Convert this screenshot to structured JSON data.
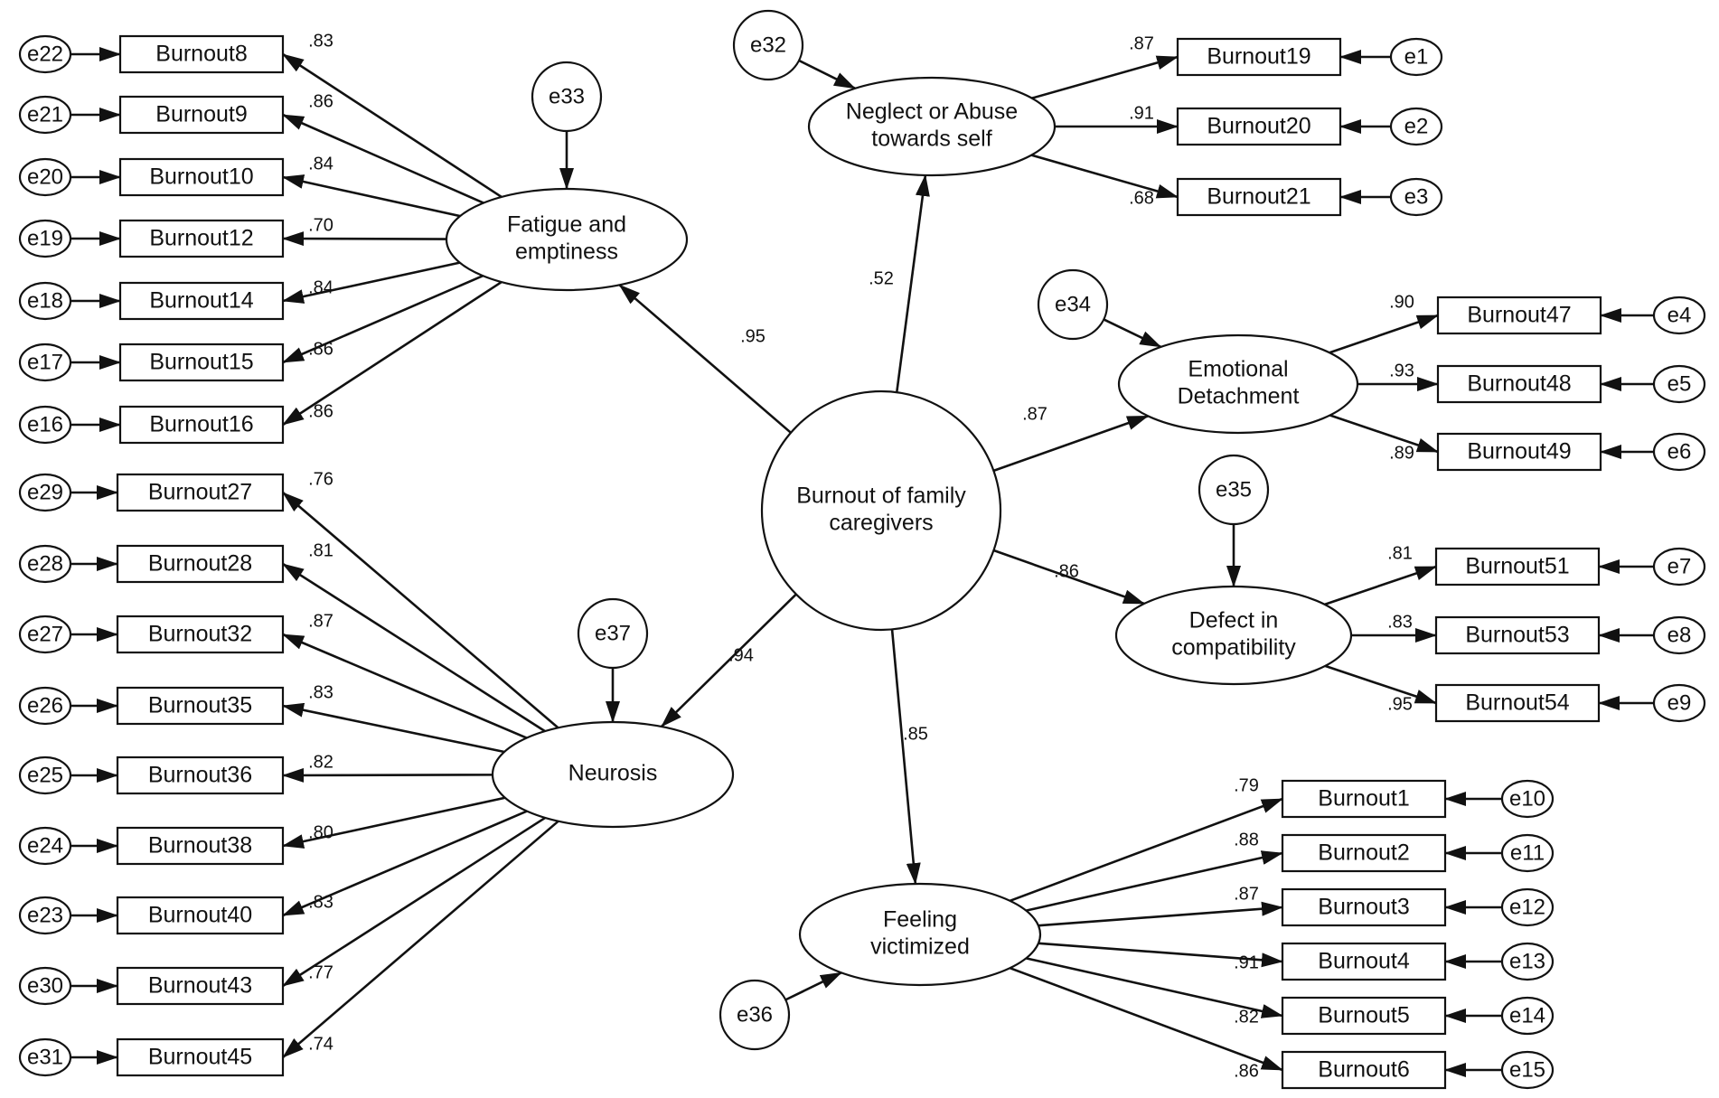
{
  "latents": {
    "central": {
      "lines": [
        "Burnout of family",
        "caregivers"
      ]
    },
    "fatigue": {
      "lines": [
        "Fatigue and",
        "emptiness"
      ]
    },
    "neglect": {
      "lines": [
        "Neglect or Abuse",
        "towards self"
      ]
    },
    "emotional": {
      "lines": [
        "Emotional",
        "Detachment"
      ]
    },
    "defect": {
      "lines": [
        "Defect in",
        "compatibility"
      ]
    },
    "neurosis": {
      "lines": [
        "Neurosis"
      ]
    },
    "victim": {
      "lines": [
        "Feeling",
        "victimized"
      ]
    }
  },
  "structural_paths": [
    {
      "to": "fatigue",
      "coef": ".95"
    },
    {
      "to": "neglect",
      "coef": ".52"
    },
    {
      "to": "emotional",
      "coef": ".87"
    },
    {
      "to": "defect",
      "coef": ".86"
    },
    {
      "to": "neurosis",
      "coef": ".94"
    },
    {
      "to": "victim",
      "coef": ".85"
    }
  ],
  "latent_errors": [
    {
      "label": "e33",
      "latent": "fatigue"
    },
    {
      "label": "e32",
      "latent": "neglect"
    },
    {
      "label": "e34",
      "latent": "emotional"
    },
    {
      "label": "e35",
      "latent": "defect"
    },
    {
      "label": "e37",
      "latent": "neurosis"
    },
    {
      "label": "e36",
      "latent": "victim"
    }
  ],
  "indicators": [
    {
      "label": "Burnout8",
      "latent": "fatigue",
      "error": "e22",
      "coef": ".83"
    },
    {
      "label": "Burnout9",
      "latent": "fatigue",
      "error": "e21",
      "coef": ".86"
    },
    {
      "label": "Burnout10",
      "latent": "fatigue",
      "error": "e20",
      "coef": ".84"
    },
    {
      "label": "Burnout12",
      "latent": "fatigue",
      "error": "e19",
      "coef": ".70"
    },
    {
      "label": "Burnout14",
      "latent": "fatigue",
      "error": "e18",
      "coef": ".84"
    },
    {
      "label": "Burnout15",
      "latent": "fatigue",
      "error": "e17",
      "coef": ".86"
    },
    {
      "label": "Burnout16",
      "latent": "fatigue",
      "error": "e16",
      "coef": ".86"
    },
    {
      "label": "Burnout27",
      "latent": "neurosis",
      "error": "e29",
      "coef": ".76"
    },
    {
      "label": "Burnout28",
      "latent": "neurosis",
      "error": "e28",
      "coef": ".81"
    },
    {
      "label": "Burnout32",
      "latent": "neurosis",
      "error": "e27",
      "coef": ".87"
    },
    {
      "label": "Burnout35",
      "latent": "neurosis",
      "error": "e26",
      "coef": ".83"
    },
    {
      "label": "Burnout36",
      "latent": "neurosis",
      "error": "e25",
      "coef": ".82"
    },
    {
      "label": "Burnout38",
      "latent": "neurosis",
      "error": "e24",
      "coef": ".80"
    },
    {
      "label": "Burnout40",
      "latent": "neurosis",
      "error": "e23",
      "coef": ".83"
    },
    {
      "label": "Burnout43",
      "latent": "neurosis",
      "error": "e30",
      "coef": ".77"
    },
    {
      "label": "Burnout45",
      "latent": "neurosis",
      "error": "e31",
      "coef": ".74"
    },
    {
      "label": "Burnout19",
      "latent": "neglect",
      "error": "e1",
      "coef": ".87"
    },
    {
      "label": "Burnout20",
      "latent": "neglect",
      "error": "e2",
      "coef": ".91"
    },
    {
      "label": "Burnout21",
      "latent": "neglect",
      "error": "e3",
      "coef": ".68"
    },
    {
      "label": "Burnout47",
      "latent": "emotional",
      "error": "e4",
      "coef": ".90"
    },
    {
      "label": "Burnout48",
      "latent": "emotional",
      "error": "e5",
      "coef": ".93"
    },
    {
      "label": "Burnout49",
      "latent": "emotional",
      "error": "e6",
      "coef": ".89"
    },
    {
      "label": "Burnout51",
      "latent": "defect",
      "error": "e7",
      "coef": ".81"
    },
    {
      "label": "Burnout53",
      "latent": "defect",
      "error": "e8",
      "coef": ".83"
    },
    {
      "label": "Burnout54",
      "latent": "defect",
      "error": "e9",
      "coef": ".95"
    },
    {
      "label": "Burnout1",
      "latent": "victim",
      "error": "e10",
      "coef": ".79"
    },
    {
      "label": "Burnout2",
      "latent": "victim",
      "error": "e11",
      "coef": ".88"
    },
    {
      "label": "Burnout3",
      "latent": "victim",
      "error": "e12",
      "coef": ".87"
    },
    {
      "label": "Burnout4",
      "latent": "victim",
      "error": "e13",
      "coef": ".91"
    },
    {
      "label": "Burnout5",
      "latent": "victim",
      "error": "e14",
      "coef": ".82"
    },
    {
      "label": "Burnout6",
      "latent": "victim",
      "error": "e15",
      "coef": ".86"
    }
  ]
}
